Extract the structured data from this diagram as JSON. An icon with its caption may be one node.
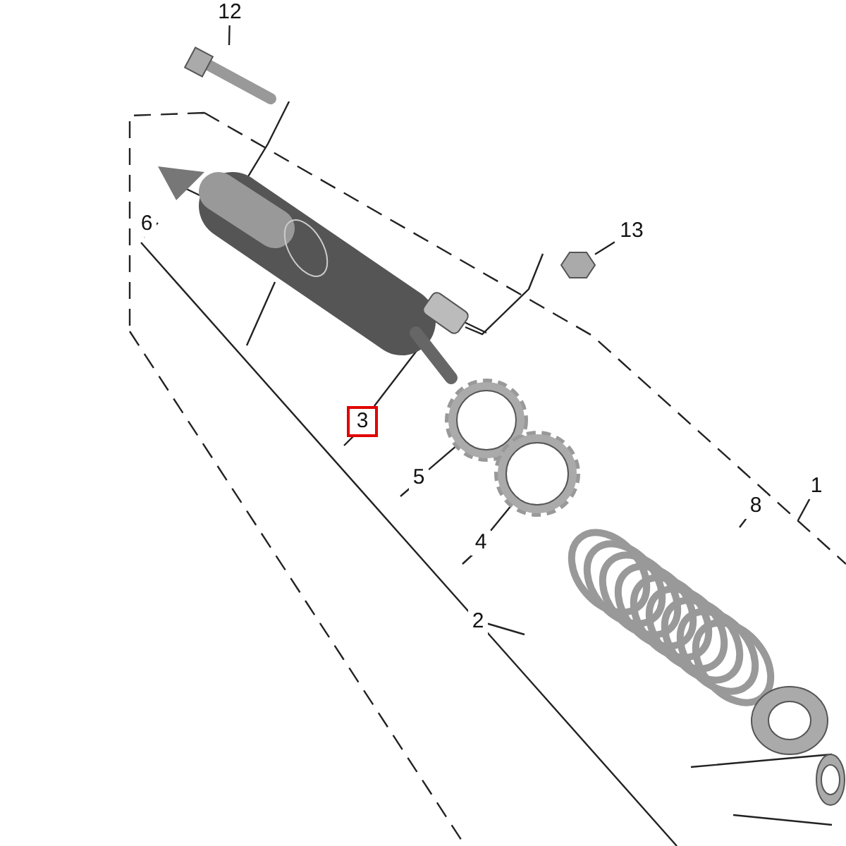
{
  "diagram": {
    "nodes": [
      {
        "text": [
          "12"
        ]
      },
      {
        "text": [],
        "shape": "picture"
      },
      {
        "text": [
          "13"
        ]
      },
      {
        "text": [],
        "shape": "picture"
      },
      {
        "text": [],
        "shape": "picture"
      },
      {
        "text": [],
        "shape": "cylinder"
      },
      {
        "text": [
          "3"
        ]
      },
      {
        "text": [
          "5"
        ]
      },
      {
        "text": [],
        "shape": "picture"
      },
      {
        "text": [
          "4"
        ]
      },
      {
        "text": [],
        "shape": "picture"
      },
      {
        "text": [
          "8"
        ]
      },
      {
        "text": [],
        "shape": "picture"
      },
      {
        "text": [
          "1"
        ]
      },
      {
        "text": [],
        "shape": "circle"
      },
      {
        "text": [],
        "shape": "circle"
      },
      {
        "text": [
          "6"
        ]
      },
      {
        "text": [
          "2"
        ]
      }
    ],
    "edges": [
      {
        "from": 0,
        "to": 1,
        "arrow": "none"
      },
      {
        "from": 2,
        "to": 3,
        "arrow": "none"
      },
      {
        "from": 6,
        "to": 5,
        "arrow": "none"
      },
      {
        "from": 7,
        "to": 8,
        "arrow": "none"
      },
      {
        "from": 9,
        "to": 10,
        "arrow": "none"
      },
      {
        "from": 11,
        "to": 12,
        "arrow": "none"
      },
      {
        "from": 13,
        "to": null,
        "arrow": "none"
      }
    ]
  }
}
